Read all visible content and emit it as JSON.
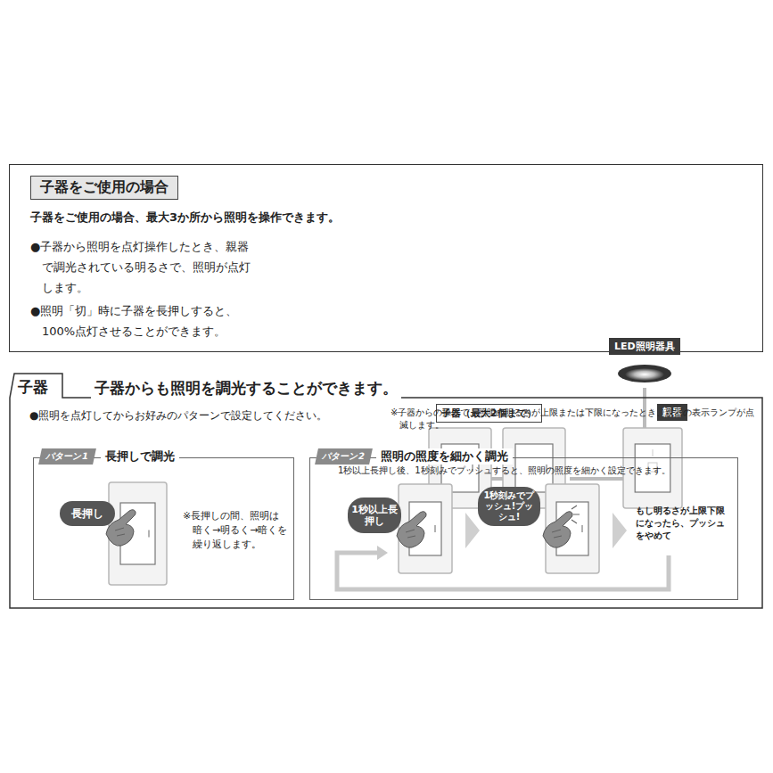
{
  "diagram": {
    "nodes": [
      {
        "text": [
          "子器をご使用の場合",
          "子器をご使用の場合、最大3か所から照明を操作できます。",
          "●子器から照明を点灯操作したとき、親器で調光されている明るさで、照明が点灯します。",
          "●照明「切」時に子器を長押しすると、100%点灯させることができます。"
        ]
      },
      {
        "text": [
          "子器（最大2個まで）"
        ],
        "in": 0
      },
      {
        "text": [
          "親器"
        ],
        "in": 0
      },
      {
        "text": [
          "LED照明器具"
        ],
        "in": 0
      },
      {
        "text": [
          "子器",
          "子器からも照明を調光することができます。",
          "●照明を点灯してからお好みのパターンで設定してください。",
          "※子器からの操作で、照明の明るさが上限または下限になったとき、親器の表示ランプが点滅します。"
        ]
      },
      {
        "text": [
          "パターン1",
          "長押しで調光",
          "※長押しの間、照明は暗く→明るく→暗くを繰り返します。"
        ],
        "in": 4
      },
      {
        "text": [
          "長押し"
        ],
        "in": 5
      },
      {
        "text": [
          "パターン2",
          "照明の照度を細かく調光",
          "1秒以上長押し後、1秒刻みでプッシュすると、照明の照度を細かく設定できます。"
        ],
        "in": 4
      },
      {
        "text": [
          "1秒以上長押し"
        ],
        "in": 7
      },
      {
        "text": [
          "1秒刻みでプッシュ!プッシュ!"
        ],
        "in": 7
      }
    ],
    "edges": [
      {
        "from": 1,
        "to": 2,
        "arrow": "none"
      },
      {
        "from": 3,
        "to": 2,
        "arrow": "none"
      }
    ],
    "labels": [
      "もし明るさが上限下限になったら、プッシュをやめて"
    ]
  }
}
